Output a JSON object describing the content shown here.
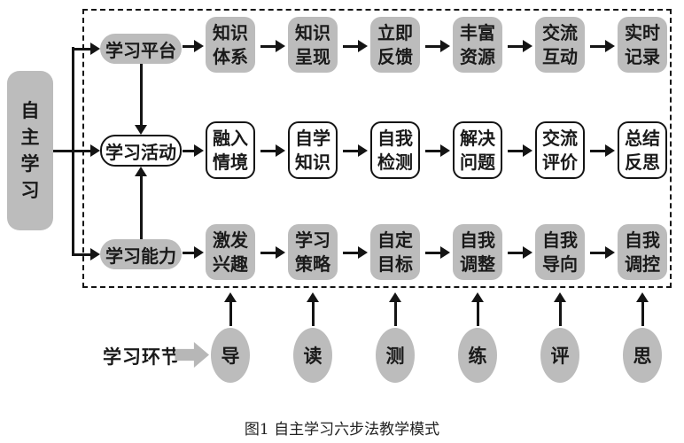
{
  "root": {
    "label": "自主学习"
  },
  "rows": [
    {
      "category": "学习平台",
      "steps": [
        [
          "知识",
          "体系"
        ],
        [
          "知识",
          "呈现"
        ],
        [
          "立即",
          "反馈"
        ],
        [
          "丰富",
          "资源"
        ],
        [
          "交流",
          "互动"
        ],
        [
          "实时",
          "记录"
        ]
      ]
    },
    {
      "category": "学习活动",
      "steps": [
        [
          "融入",
          "情境"
        ],
        [
          "自学",
          "知识"
        ],
        [
          "自我",
          "检测"
        ],
        [
          "解决",
          "问题"
        ],
        [
          "交流",
          "评价"
        ],
        [
          "总结",
          "反思"
        ]
      ]
    },
    {
      "category": "学习能力",
      "steps": [
        [
          "激发",
          "兴趣"
        ],
        [
          "学习",
          "策略"
        ],
        [
          "自定",
          "目标"
        ],
        [
          "自我",
          "调整"
        ],
        [
          "自我",
          "导向"
        ],
        [
          "自我",
          "调控"
        ]
      ]
    }
  ],
  "stages": {
    "label": "学习环节",
    "items": [
      "导",
      "读",
      "测",
      "练",
      "评",
      "思"
    ]
  },
  "caption": "图1 自主学习六步法教学模式",
  "colors": {
    "box_fill": "#bcbcbc",
    "line": "#141414",
    "text": "#1a1a1a",
    "block_arrow": "#b7b7b7"
  }
}
